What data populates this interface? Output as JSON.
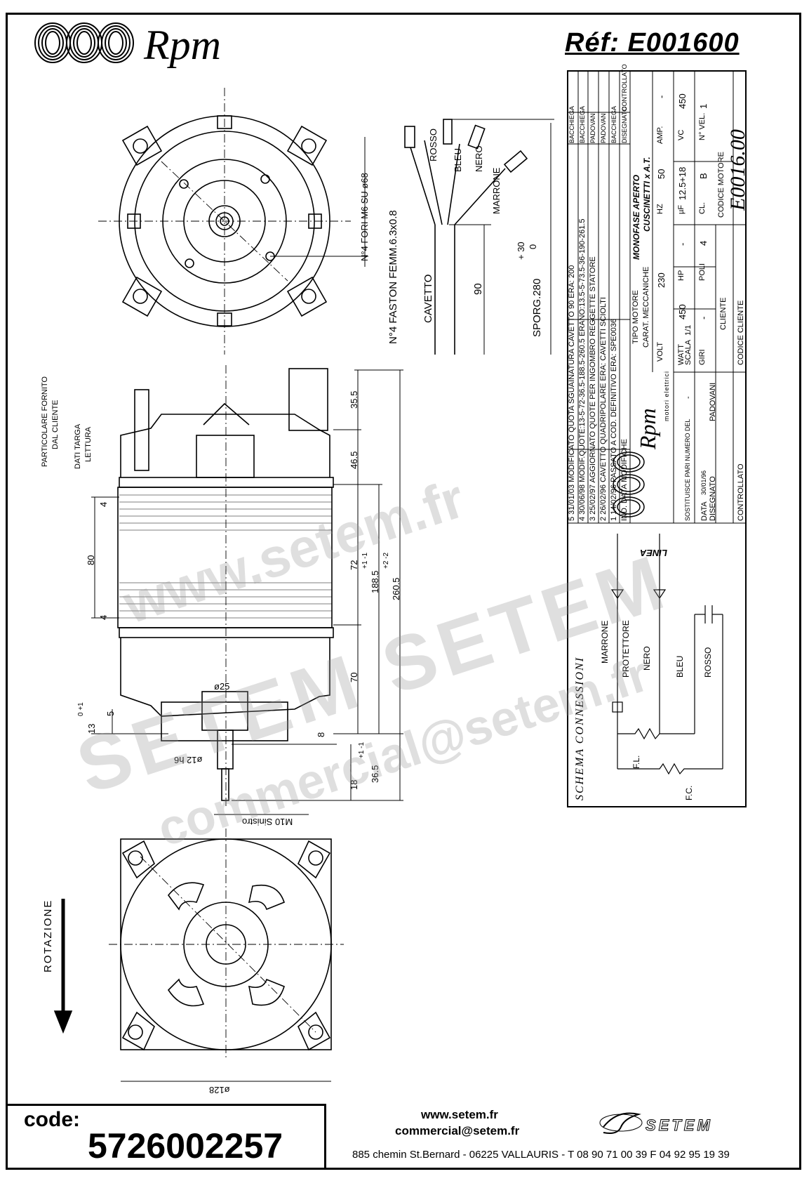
{
  "header": {
    "brand": "Rpm",
    "reference": "Réf:  E001600"
  },
  "top_view": {
    "holes_note": "N°4 FORI M6 SU ø68"
  },
  "wires": {
    "colors": [
      "ROSSO",
      "BLEU",
      "NERO",
      "MARRONE"
    ],
    "faston": "N°4 FASTON FEMM.6.3x0.8",
    "cable": "CAVETTO",
    "dim_90": "90",
    "sporg": "SPORG.280",
    "tol_plus": "+ 30",
    "tol_zero": "0"
  },
  "side_view": {
    "particolare": "PARTICOLARE FORNITO",
    "dal_cliente": "DAL CLIENTE",
    "dati_targa": "DATI TARGA",
    "lettura": "LETTURA",
    "dim_35_5": "35.5",
    "dim_46_5": "46.5",
    "dim_72": "72",
    "dim_188_5": "188.5",
    "tol_188": "+1 -1",
    "dim_260_5": "260.5",
    "tol_260": "+2 -2",
    "dim_80": "80",
    "dim_4a": "4",
    "dim_4b": "4",
    "dim_70": "70",
    "dim_25": "ø25",
    "dim_13": "13",
    "tol_13": "0 +1",
    "dim_5": "5",
    "dim_8": "8",
    "dim_12": "ø12 h6",
    "dim_36_5": "36.5",
    "tol_36": "+1 -1",
    "dim_18": "18",
    "m10": "M10 Sinistro"
  },
  "bottom_view": {
    "rotazione": "ROTAZIONE",
    "dim_128": "ø128"
  },
  "title_block": {
    "revisions": [
      {
        "n": "5",
        "date": "31/01/03",
        "text": "MODIFICATO QUOTA SGUAINATURA CAVETTO 90 ERA: 200",
        "by": "BACCHIEGA"
      },
      {
        "n": "4",
        "date": "30/06/98",
        "text": "MODIF.QUOTE:13-5-72-36.5-188.5-260.5 ERANO:13.5-5-73.5-36-190-261.5",
        "by": "BACCHIEGA"
      },
      {
        "n": "3",
        "date": "25/02/97",
        "text": "AGGIORNATO QUOTE PER INGOMBRO REGGETTE STATORE",
        "by": "PADOVANI"
      },
      {
        "n": "2",
        "date": "26/02/96",
        "text": "CAVETTO QUADRIPOLARE ERA: CAVETTI SCIOLTI",
        "by": "PADOVANI"
      },
      {
        "n": "1",
        "date": "14/02/96",
        "text": "PASSATO A COD. DEFINITIVO ERA: SPE0036",
        "by": "BACCHIEGA"
      }
    ],
    "rev_header": {
      "ind": "IND.",
      "data": "DATA",
      "modifiche": "MODIFICHE",
      "disegnato": "DISEGNATO",
      "controllato": "CONTROLLATO"
    },
    "tipo_motore_label": "TIPO MOTORE",
    "tipo_motore": "MONOFASE APERTO",
    "carat_label": "CARAT. MECCANICHE",
    "carat": "CUSCINETTI x A.T.",
    "volt_label": "VOLT",
    "volt": "230",
    "hz_label": "HZ",
    "hz": "50",
    "amp_label": "AMP.",
    "amp": "-",
    "watt_label": "WATT",
    "watt": "450",
    "hp_label": "HP",
    "hp": "-",
    "uf_label": "µF",
    "uf": "12.5+18",
    "vc_label": "VC",
    "vc": "450",
    "giri_label": "GIRI",
    "giri": "-",
    "poli_label": "POLI",
    "poli": "4",
    "cl_label": "CL.",
    "cl": "B",
    "nvel_label": "N° VEL.",
    "nvel": "1",
    "codice_motore_label": "CODICE MOTORE",
    "codice_motore": "E0016.00",
    "cliente_label": "CLIENTE",
    "codice_cliente_label": "CODICE CLIENTE",
    "brand_small": "motori elettrici",
    "sostituisce": "SOSTITUISCE PARI NUMERO DEL",
    "sostituisce_val": "-",
    "scala_label": "SCALA",
    "scala": "1/1",
    "data_label": "DATA",
    "data": "30/01/96",
    "disegnato_label": "DISEGNATO",
    "disegnato": "PADOVANI",
    "controllato_label": "CONTROLLATO"
  },
  "schema": {
    "title": "SCHEMA CONNESSIONI",
    "linea": "LINEA",
    "marrone": "MARRONE",
    "protettore": "PROTETTORE",
    "nero": "NERO",
    "bleu": "BLEU",
    "rosso": "ROSSO",
    "fl": "F.L.",
    "fc": "F.C."
  },
  "watermark": {
    "line1": "www.setem.fr",
    "line2": "SETEM  SETEM",
    "line3": "commercial@setem.fr"
  },
  "footer": {
    "code_label": "code:",
    "code_value": "5726002257",
    "website": "www.setem.fr",
    "email": "commercial@setem.fr",
    "address": "885 chemin St.Bernard  -  06225 VALLAURIS  -  T 08 90 71 00 39   F 04 92 95 19 39",
    "company": "SETEM"
  }
}
